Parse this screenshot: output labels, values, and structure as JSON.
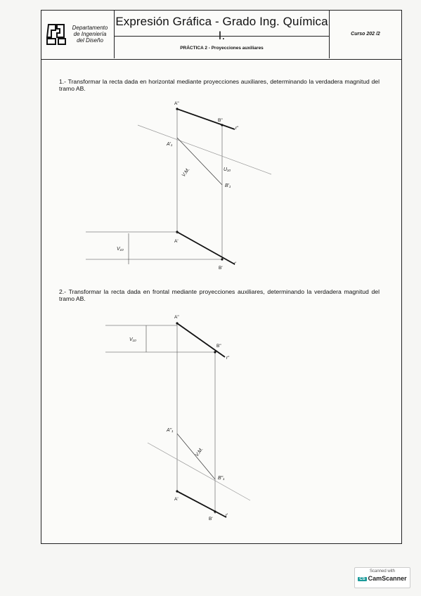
{
  "header": {
    "logo_lines": [
      "Departamento",
      "de Ingeniería",
      "del Diseño"
    ],
    "title": "Expresión Gráfica - Grado Ing. Química I.",
    "subtitle": "PRÁCTICA 2 -  Proyecciones auxiliares",
    "course": "Curso 202 /2"
  },
  "exercises": [
    {
      "text": "1.- Transformar la recta dada en horizontal mediante proyecciones auxiliares, determinando la verdadera magnitud del tramo AB.",
      "labels": {
        "a2": "A\"",
        "b2": "B\"",
        "r2": "r\"",
        "a1": "A'",
        "b1": "B'",
        "r1": "r'",
        "a_aux": "A'₁",
        "b_aux": "B'₁",
        "vm": "V.M.",
        "offset_front": "U₁₀",
        "offset_plan": "V₁₀"
      }
    },
    {
      "text": "2.- Transformar la recta dada en frontal mediante proyecciones auxiliares, determinando la verdadera magnitud del tramo AB.",
      "labels": {
        "a2": "A\"",
        "b2": "B\"",
        "r2": "r\"",
        "a1": "A'",
        "b1": "B'",
        "r1": "r'",
        "a_aux": "A\"₁",
        "b_aux": "B\"₁",
        "vm": "V.M.",
        "offset": "V₁₀"
      }
    }
  ],
  "scanner": {
    "caption": "Scanned with",
    "badge": "CS",
    "brand": "CamScanner"
  }
}
